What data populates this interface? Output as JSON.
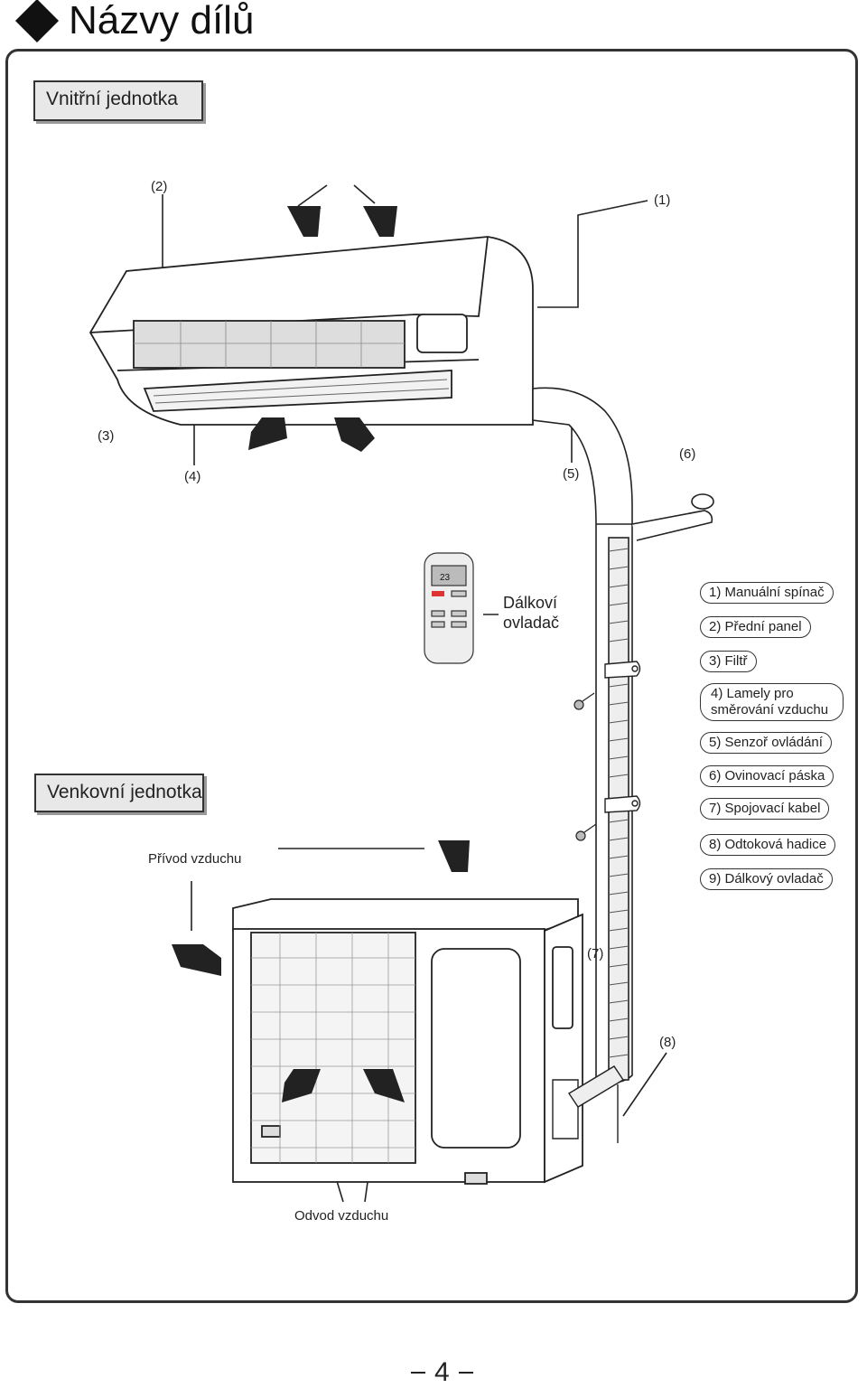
{
  "title": "Názvy dílů",
  "sections": {
    "indoor": "Vnitřní jednotka",
    "outdoor": "Venkovní jednotka"
  },
  "callouts": {
    "c1": "(1)",
    "c2": "(2)",
    "c3": "(3)",
    "c4": "(4)",
    "c5": "(5)",
    "c6": "(6)",
    "c7": "(7)",
    "c8": "(8)"
  },
  "remote_label": "Dálkoví ovladač",
  "air_intake": "Přívod vzduchu",
  "air_outlet": "Odvod vzduchu",
  "legend": [
    "1) Manuální spínač",
    "2) Přední panel",
    "3) Filtř",
    "4) Lamely pro směrování vzduchu",
    "5) Senzoř ovládání",
    "6) Ovinovací páska",
    "7) Spojovací kabel",
    "8) Odtoková hadice",
    "9) Dálkový ovladač"
  ],
  "remote_display": "23",
  "page_number": "4"
}
